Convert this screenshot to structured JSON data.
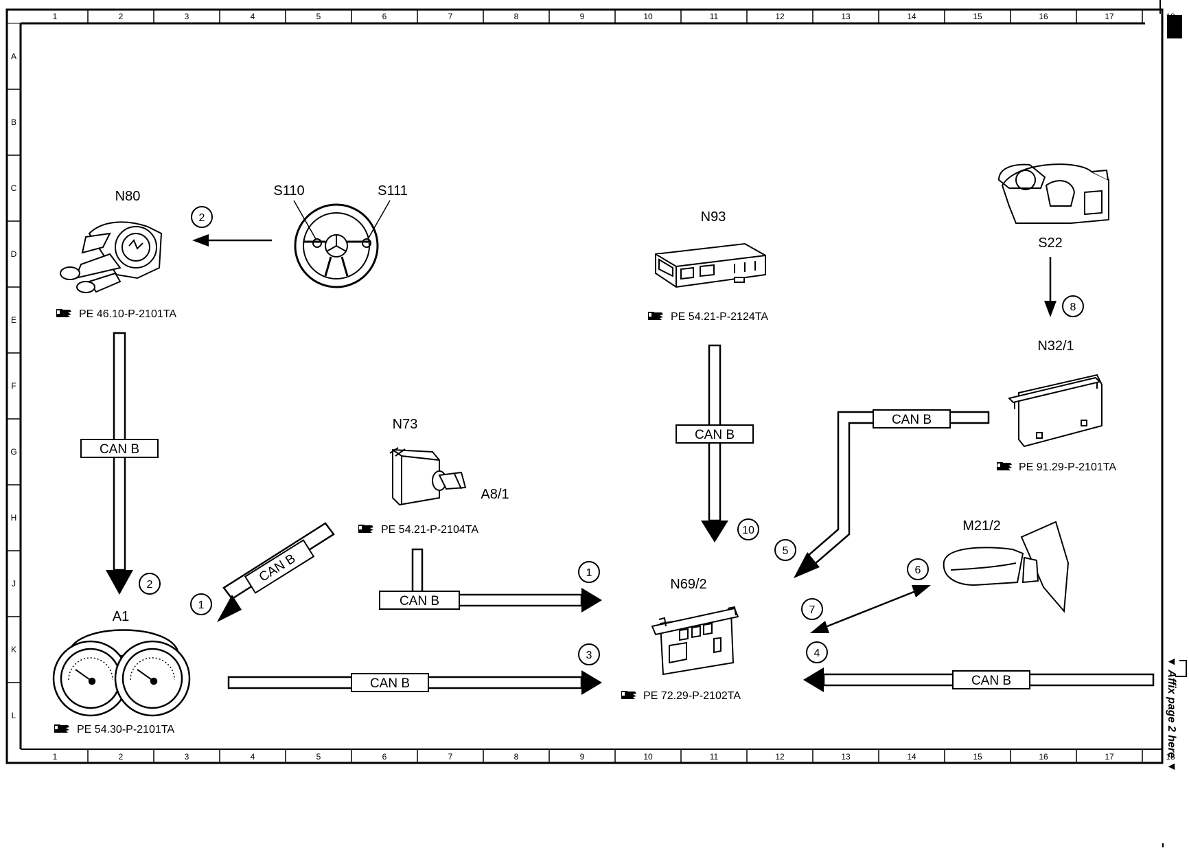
{
  "grid": {
    "columns": [
      "1",
      "2",
      "3",
      "4",
      "5",
      "6",
      "7",
      "8",
      "9",
      "10",
      "11",
      "12",
      "13",
      "14",
      "15",
      "16",
      "17",
      "18"
    ],
    "rows": [
      "A",
      "B",
      "C",
      "D",
      "E",
      "F",
      "G",
      "H",
      "J",
      "K",
      "L"
    ]
  },
  "side_note": "▼ Affix page 2 here ▼",
  "components": {
    "n80": "N80",
    "s110": "S110",
    "s111": "S111",
    "n93": "N93",
    "s22": "S22",
    "n32_1": "N32/1",
    "n73": "N73",
    "a8_1": "A8/1",
    "m21_2": "M21/2",
    "n69_2": "N69/2",
    "a1": "A1"
  },
  "refs": {
    "n80": "PE 46.10-P-2101TA",
    "n93": "PE 54.21-P-2124TA",
    "n32_1": "PE 91.29-P-2101TA",
    "n73": "PE 54.21-P-2104TA",
    "n69_2": "PE 72.29-P-2102TA",
    "a1": "PE 54.30-P-2101TA"
  },
  "bus_label": "CAN B",
  "markers": {
    "m1a": "1",
    "m1b": "1",
    "m2a": "2",
    "m2b": "2",
    "m3": "3",
    "m4": "4",
    "m5": "5",
    "m6": "6",
    "m7": "7",
    "m8": "8",
    "m10": "10"
  }
}
